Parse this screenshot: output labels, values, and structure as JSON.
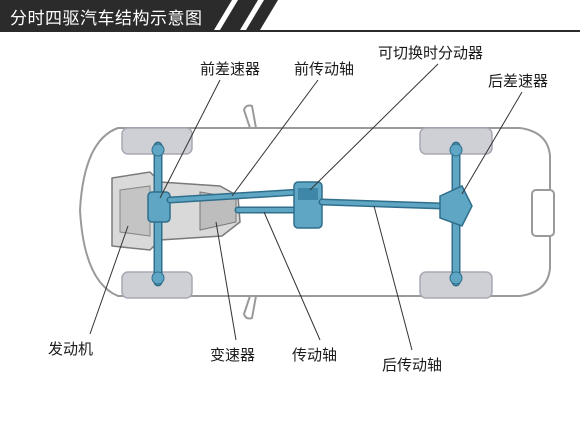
{
  "title": "分时四驱汽车结构示意图",
  "labels": {
    "front_diff": "前差速器",
    "front_driveshaft": "前传动轴",
    "transfer_case": "可切换时分动器",
    "rear_diff": "后差速器",
    "engine": "发动机",
    "transmission": "变速器",
    "driveshaft": "传动轴",
    "rear_driveshaft": "后传动轴"
  },
  "colors": {
    "header_bg": "#2b2b2b",
    "drivetrain": "#5fa6c4",
    "drivetrain_dark": "#2f6f8c",
    "body_outline": "#9a9a9a",
    "wheel": "#cfcfd6",
    "leader_line": "#333333"
  }
}
